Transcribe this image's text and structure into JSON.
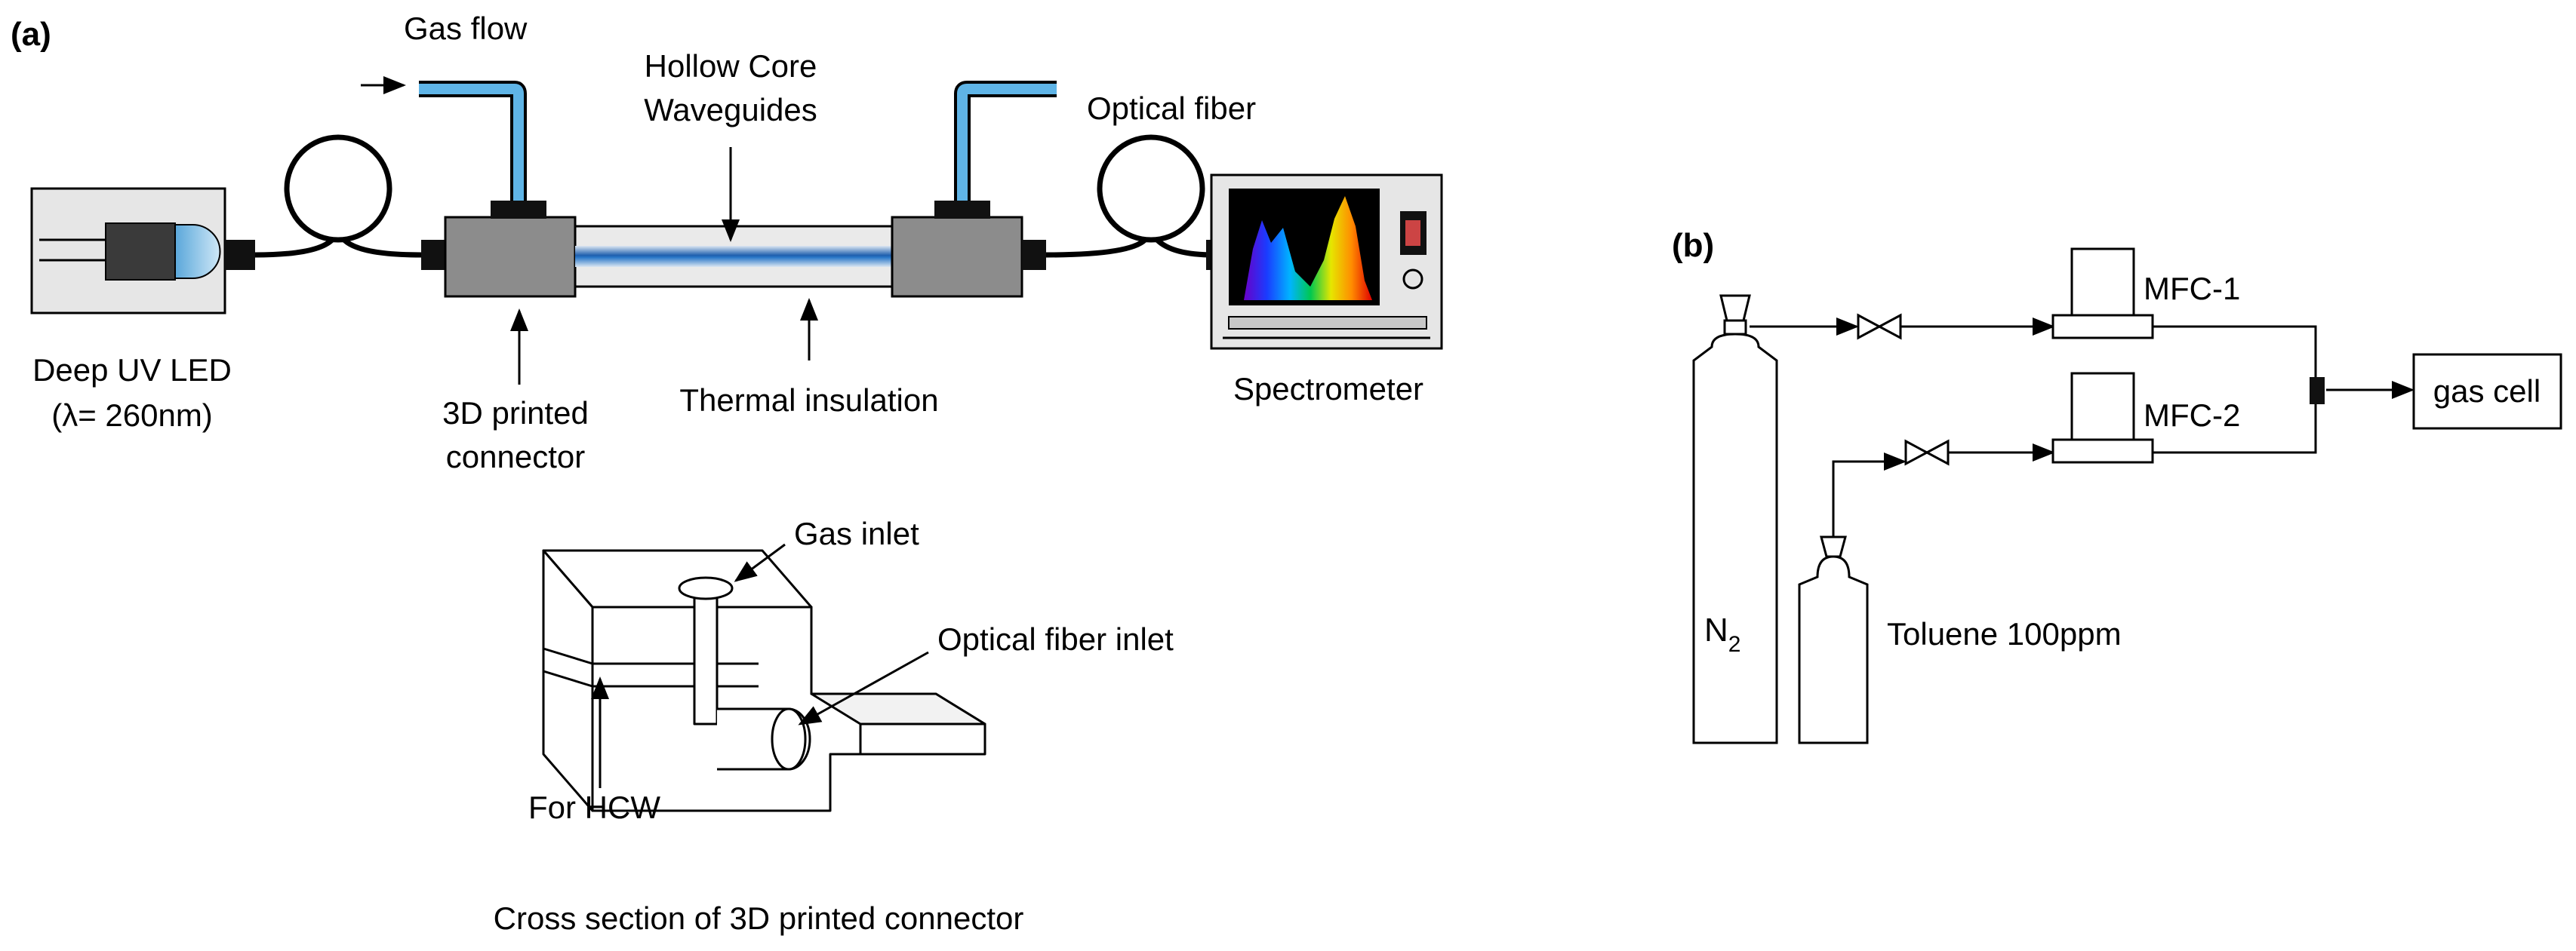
{
  "panel_a": {
    "tag": "(a)",
    "gas_flow": "Gas flow",
    "hollow_core_line1": "Hollow Core",
    "hollow_core_line2": "Waveguides",
    "optical_fiber": "Optical fiber",
    "led_line1": "Deep UV LED",
    "led_line2": "(λ= 260nm)",
    "connector_line1": "3D printed",
    "connector_line2": "connector",
    "thermal_insulation": "Thermal insulation",
    "spectrometer": "Spectrometer",
    "gas_inlet": "Gas inlet",
    "optical_fiber_inlet": "Optical fiber inlet",
    "for_hcw": "For HCW",
    "cross_section_caption": "Cross section of 3D printed connector"
  },
  "panel_b": {
    "tag": "(b)",
    "mfc1": "MFC-1",
    "mfc2": "MFC-2",
    "gas_cell": "gas cell",
    "n2": "N",
    "n2_sub": "2",
    "toluene": "Toluene 100ppm"
  },
  "colors": {
    "tube_blue": "#2e86c1",
    "tube_light": "#7fc4ea",
    "connector_gray": "#8c8c8c",
    "box_gray": "#e6e6e6",
    "waveguide_blue": "#1f5fae"
  }
}
